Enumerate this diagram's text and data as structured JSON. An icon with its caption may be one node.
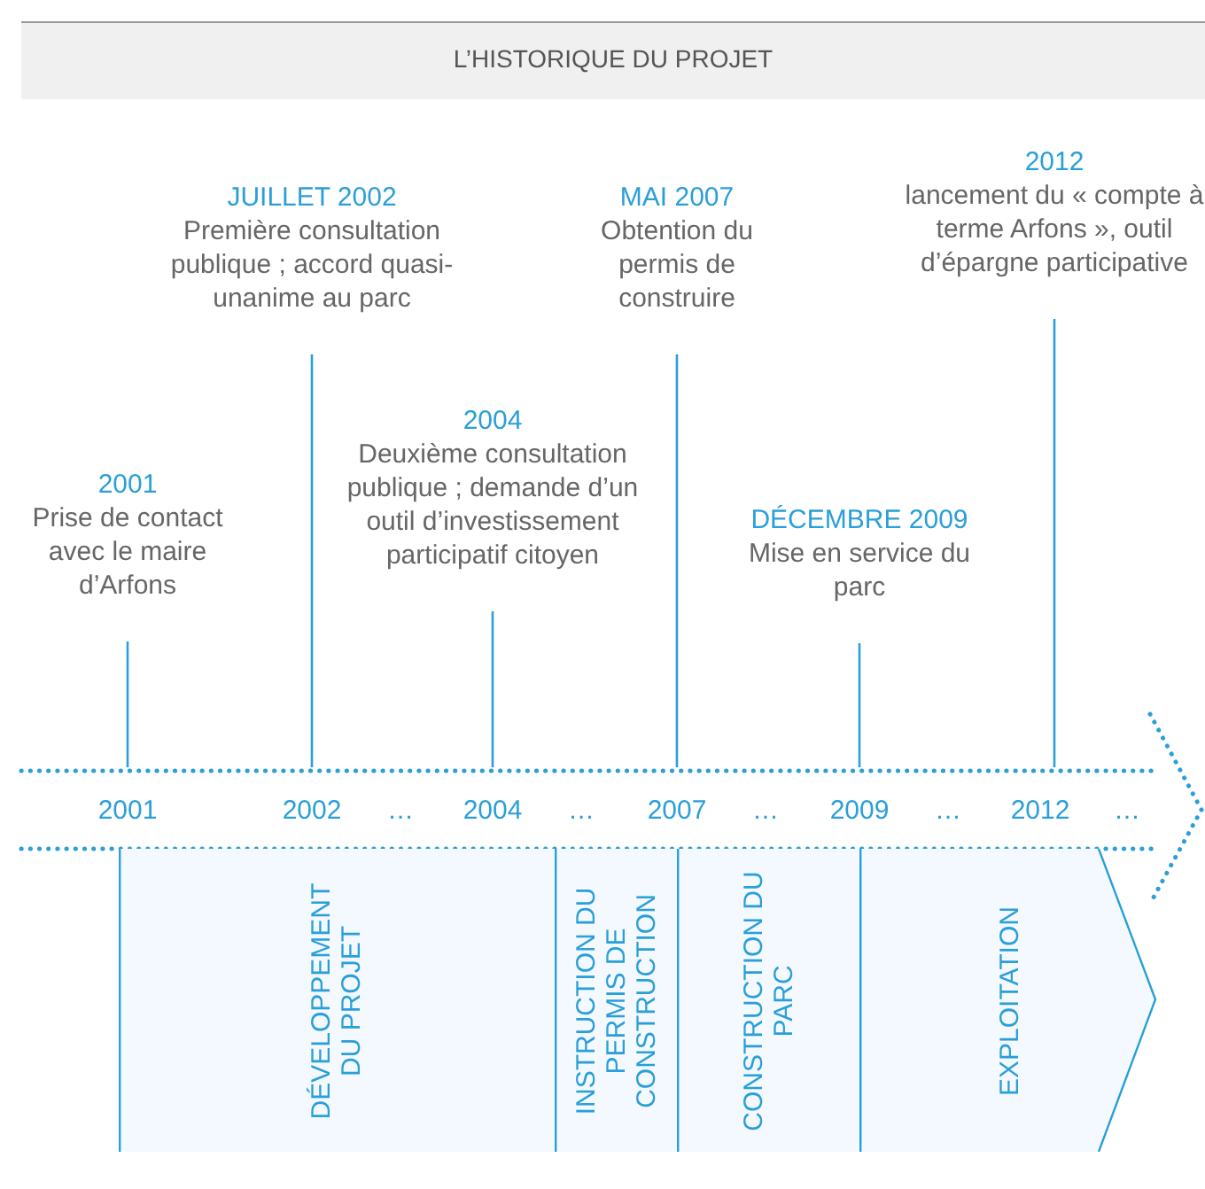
{
  "diagram": {
    "title": "L’HISTORIQUE DU PROJET",
    "nodes": [
      {
        "text": [
          "2001",
          "Prise de contact avec le maire d’Arfons"
        ]
      },
      {
        "text": [
          "JUILLET 2002",
          "Première consultation publique ; accord quasi-unanime au parc"
        ]
      },
      {
        "text": [
          "2004",
          "Deuxième consultation publique ; demande d’un outil d’investissement participatif citoyen"
        ]
      },
      {
        "text": [
          "MAI 2007",
          "Obtention du permis de construire"
        ]
      },
      {
        "text": [
          "DÉCEMBRE 2009",
          "Mise en service du parc"
        ]
      },
      {
        "text": [
          "2012",
          "lancement du « compte à terme Arfons », outil d’épargne participative"
        ]
      },
      {
        "text": [
          "DÉVELOPPEMENT DU PROJET"
        ]
      },
      {
        "text": [
          "INSTRUCTION DU PERMIS DE CONSTRUCTION"
        ]
      },
      {
        "text": [
          "CONSTRUCTION DU PARC"
        ]
      },
      {
        "text": [
          "EXPLOITATION"
        ]
      }
    ],
    "edges": [
      {
        "from": 0,
        "to": null,
        "arrow": "none"
      },
      {
        "from": 1,
        "to": null,
        "arrow": "none"
      },
      {
        "from": 2,
        "to": null,
        "arrow": "none"
      },
      {
        "from": 3,
        "to": null,
        "arrow": "none"
      },
      {
        "from": 4,
        "to": null,
        "arrow": "none"
      },
      {
        "from": 5,
        "to": null,
        "arrow": "none"
      }
    ],
    "labels": [
      "2001",
      "2002",
      "…",
      "2004",
      "…",
      "2007",
      "…",
      "2009",
      "…",
      "2012",
      "…"
    ]
  }
}
